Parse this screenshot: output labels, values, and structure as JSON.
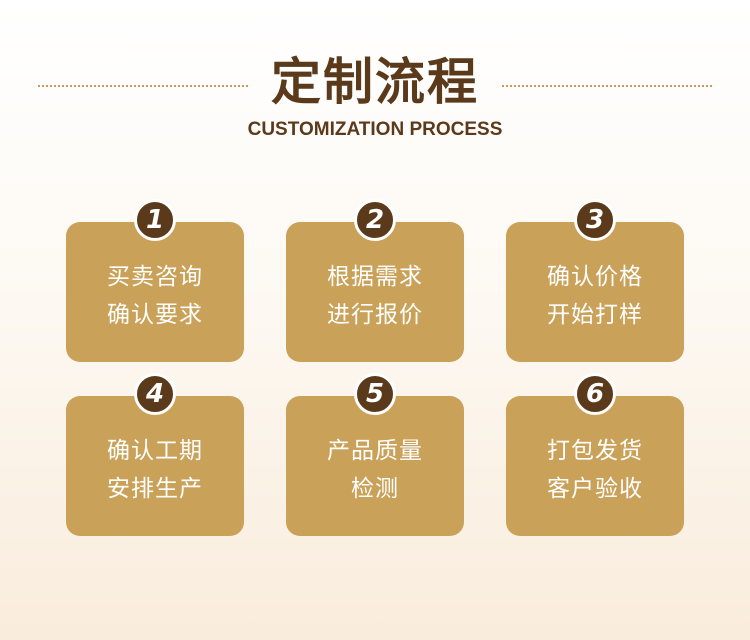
{
  "header": {
    "title": "定制流程",
    "subtitle": "CUSTOMIZATION PROCESS"
  },
  "colors": {
    "card": "#c9a159",
    "badge": "#5a3a1a",
    "title": "#5a3a1a",
    "dots": "#c89a5e"
  },
  "steps": [
    {
      "number": "1",
      "line1": "买卖咨询",
      "line2": "确认要求"
    },
    {
      "number": "2",
      "line1": "根据需求",
      "line2": "进行报价"
    },
    {
      "number": "3",
      "line1": "确认价格",
      "line2": "开始打样"
    },
    {
      "number": "4",
      "line1": "确认工期",
      "line2": "安排生产"
    },
    {
      "number": "5",
      "line1": "产品质量",
      "line2": "检测"
    },
    {
      "number": "6",
      "line1": "打包发货",
      "line2": "客户验收"
    }
  ]
}
